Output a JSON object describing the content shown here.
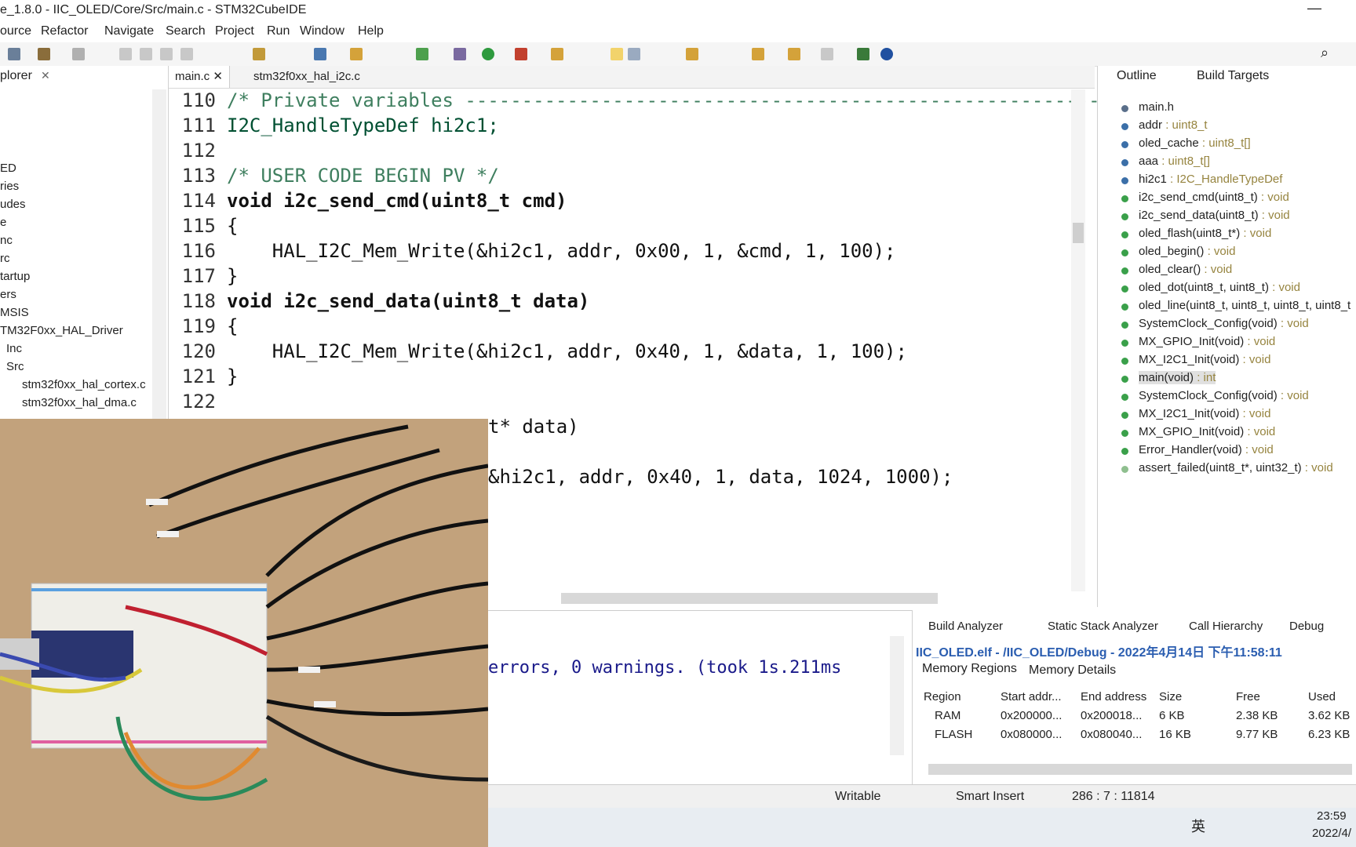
{
  "window": {
    "title": "e_1.8.0 - IIC_OLED/Core/Src/main.c - STM32CubeIDE",
    "minimize": "—"
  },
  "menu": [
    "ource",
    "Refactor",
    "Navigate",
    "Search",
    "Project",
    "Run",
    "Window",
    "Help"
  ],
  "explorer": {
    "tab": "plorer",
    "items": [
      "ED",
      "ries",
      "udes",
      "e",
      "nc",
      "rc",
      "tartup",
      "ers",
      "MSIS",
      "TM32F0xx_HAL_Driver",
      "Inc",
      "Src",
      "stm32f0xx_hal_cortex.c",
      "stm32f0xx_hal_dma.c"
    ]
  },
  "editor": {
    "tabs": [
      "main.c",
      "stm32f0xx_hal_i2c.c"
    ],
    "lines": [
      {
        "n": "110",
        "text": "/* Private variables ---------------------------------------------------------"
      },
      {
        "n": "111",
        "text": "I2C_HandleTypeDef hi2c1;"
      },
      {
        "n": "112",
        "text": ""
      },
      {
        "n": "113",
        "text": "/* USER CODE BEGIN PV */"
      },
      {
        "n": "114",
        "text": "void i2c_send_cmd(uint8_t cmd)"
      },
      {
        "n": "115",
        "text": "{"
      },
      {
        "n": "116",
        "text": "    HAL_I2C_Mem_Write(&hi2c1, addr, 0x00, 1, &cmd, 1, 100);"
      },
      {
        "n": "117",
        "text": "}"
      },
      {
        "n": "118",
        "text": "void i2c_send_data(uint8_t data)"
      },
      {
        "n": "119",
        "text": "{"
      },
      {
        "n": "120",
        "text": "    HAL_I2C_Mem_Write(&hi2c1, addr, 0x40, 1, &data, 1, 100);"
      },
      {
        "n": "121",
        "text": "}"
      },
      {
        "n": "122",
        "text": ""
      }
    ],
    "partial_lines": [
      "t* data)",
      "&hi2c1, addr, 0x40, 1, data, 1024, 1000);"
    ]
  },
  "outline": {
    "tabs": [
      "Outline",
      "Build Targets"
    ],
    "items": [
      {
        "name": "main.h",
        "type": "",
        "color": "#5a6f8a"
      },
      {
        "name": "addr",
        "type": " : uint8_t",
        "color": "#3b6fa8"
      },
      {
        "name": "oled_cache",
        "type": " : uint8_t[]",
        "color": "#3b6fa8"
      },
      {
        "name": "aaa",
        "type": " : uint8_t[]",
        "color": "#3b6fa8"
      },
      {
        "name": "hi2c1",
        "type": " : I2C_HandleTypeDef",
        "color": "#3b6fa8"
      },
      {
        "name": "i2c_send_cmd(uint8_t)",
        "type": " : void",
        "color": "#3aa04a"
      },
      {
        "name": "i2c_send_data(uint8_t)",
        "type": " : void",
        "color": "#3aa04a"
      },
      {
        "name": "oled_flash(uint8_t*)",
        "type": " : void",
        "color": "#3aa04a"
      },
      {
        "name": "oled_begin()",
        "type": " : void",
        "color": "#3aa04a"
      },
      {
        "name": "oled_clear()",
        "type": " : void",
        "color": "#3aa04a"
      },
      {
        "name": "oled_dot(uint8_t, uint8_t)",
        "type": " : void",
        "color": "#3aa04a"
      },
      {
        "name": "oled_line(uint8_t, uint8_t, uint8_t, uint8_t",
        "type": "",
        "color": "#3aa04a"
      },
      {
        "name": "SystemClock_Config(void)",
        "type": " : void",
        "color": "#3aa04a"
      },
      {
        "name": "MX_GPIO_Init(void)",
        "type": " : void",
        "color": "#3aa04a"
      },
      {
        "name": "MX_I2C1_Init(void)",
        "type": " : void",
        "color": "#3aa04a"
      },
      {
        "name": "main(void)",
        "type": " : int",
        "color": "#3aa04a"
      },
      {
        "name": "SystemClock_Config(void)",
        "type": " : void",
        "color": "#3aa04a"
      },
      {
        "name": "MX_I2C1_Init(void)",
        "type": " : void",
        "color": "#3aa04a"
      },
      {
        "name": "MX_GPIO_Init(void)",
        "type": " : void",
        "color": "#3aa04a"
      },
      {
        "name": "Error_Handler(void)",
        "type": " : void",
        "color": "#3aa04a"
      },
      {
        "name": "assert_failed(uint8_t*, uint32_t)",
        "type": " : void",
        "color": "#8fbf8f"
      }
    ]
  },
  "console": {
    "text": "errors, 0 warnings. (took 1s.211ms"
  },
  "analyzer": {
    "tabs": [
      "Build Analyzer",
      "Static Stack Analyzer",
      "Call Hierarchy",
      "Debug"
    ],
    "title": "IIC_OLED.elf - /IIC_OLED/Debug - 2022年4月14日 下午11:58:11",
    "subtabs": [
      "Memory Regions",
      "Memory Details"
    ],
    "columns": [
      "Region",
      "Start addr...",
      "End address",
      "Size",
      "Free",
      "Used"
    ],
    "rows": [
      [
        "RAM",
        "0x200000...",
        "0x200018...",
        "6 KB",
        "2.38 KB",
        "3.62 KB"
      ],
      [
        "FLASH",
        "0x080000...",
        "0x080040...",
        "16 KB",
        "9.77 KB",
        "6.23 KB"
      ]
    ]
  },
  "status": {
    "writable": "Writable",
    "insert": "Smart Insert",
    "position": "286 : 7 : 11814"
  },
  "taskbar": {
    "ime": "英",
    "time": "23:59",
    "date": "2022/4/"
  }
}
